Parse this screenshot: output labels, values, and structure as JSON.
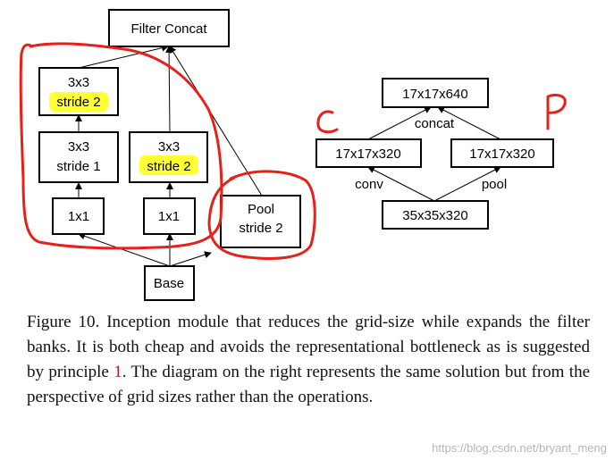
{
  "left_diagram": {
    "filter_concat": "Filter Concat",
    "branch_a_top": [
      "3x3",
      "stride 2"
    ],
    "branch_a_mid": [
      "3x3",
      "stride 1"
    ],
    "branch_a_bottom": "1x1",
    "branch_b_top": [
      "3x3",
      "stride 2"
    ],
    "branch_b_bottom": "1x1",
    "pool": [
      "Pool",
      "stride 2"
    ],
    "base": "Base"
  },
  "right_diagram": {
    "top": "17x17x640",
    "concat_label": "concat",
    "left_node": "17x17x320",
    "right_node": "17x17x320",
    "conv_label": "conv",
    "pool_label": "pool",
    "base": "35x35x320"
  },
  "annotations": {
    "letter_c": "C",
    "letter_p": "P",
    "highlight_color": "#ffff33",
    "ink_color": "#e8201a"
  },
  "caption": {
    "text_before": "Figure 10. Inception module that reduces the grid-size while expands the filter banks. It is both cheap and avoids the representational bottleneck as is suggested by principle ",
    "ref": "1",
    "text_after": ". The diagram on the right represents the same solution but from the perspective of grid sizes rather than the operations."
  },
  "watermark": "https://blog.csdn.net/bryant_meng"
}
